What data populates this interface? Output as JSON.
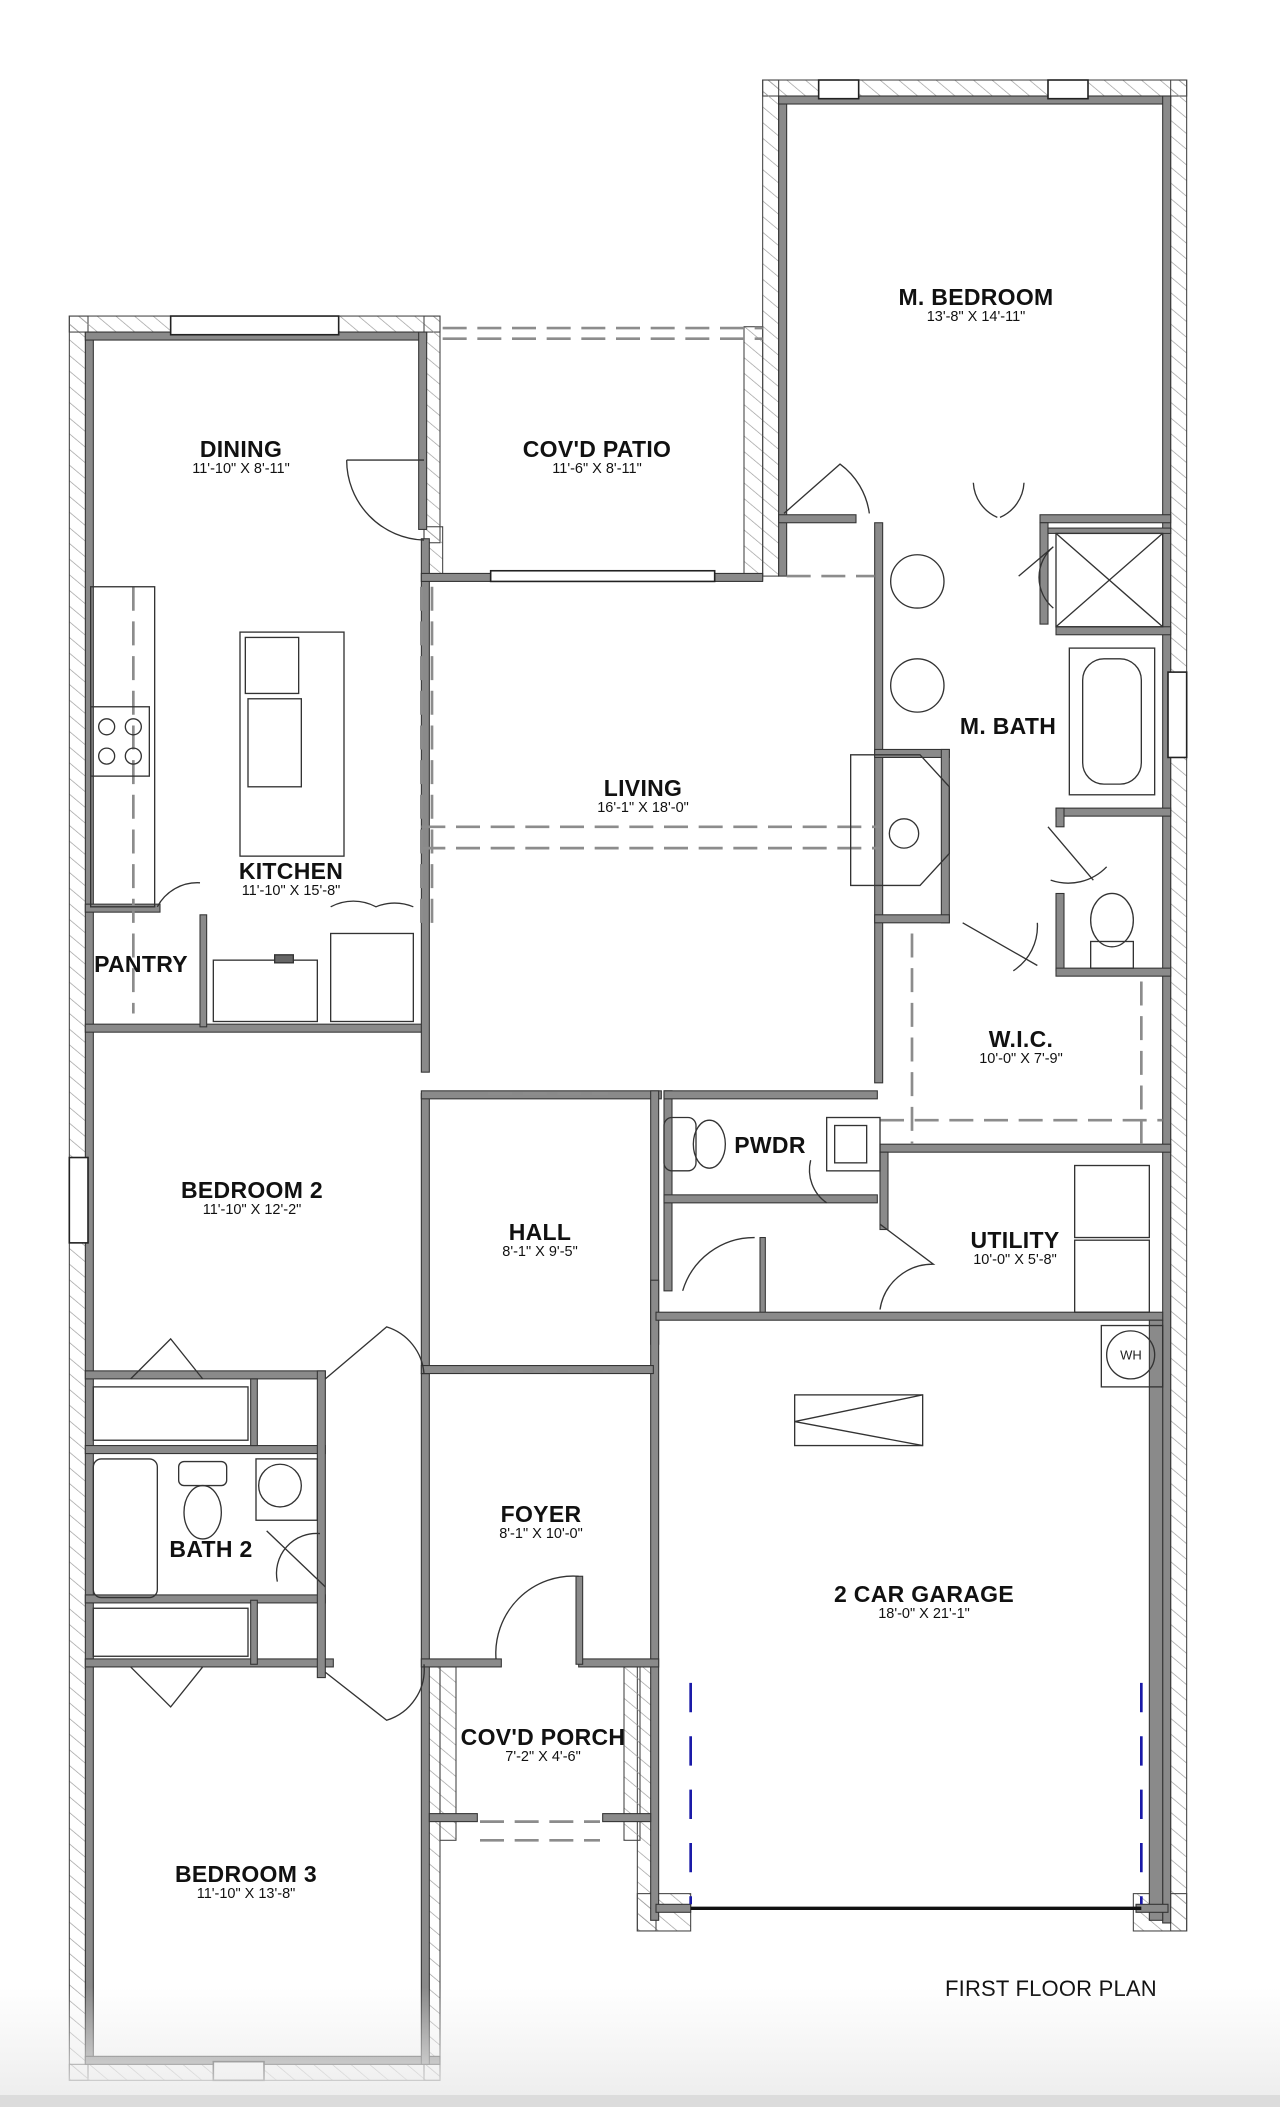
{
  "title": "FIRST FLOOR PLAN",
  "rooms": {
    "master_bedroom": {
      "name": "M. BEDROOM",
      "dim": "13'-8\" X 14'-11\""
    },
    "dining": {
      "name": "DINING",
      "dim": "11'-10\" X 8'-11\""
    },
    "covered_patio": {
      "name": "COV'D PATIO",
      "dim": "11'-6\" X 8'-11\""
    },
    "master_bath": {
      "name": "M. BATH",
      "dim": ""
    },
    "living": {
      "name": "LIVING",
      "dim": "16'-1\" X 18'-0\""
    },
    "kitchen": {
      "name": "KITCHEN",
      "dim": "11'-10\" X 15'-8\""
    },
    "pantry": {
      "name": "PANTRY",
      "dim": ""
    },
    "wic": {
      "name": "W.I.C.",
      "dim": "10'-0\" X 7'-9\""
    },
    "bedroom_2": {
      "name": "BEDROOM 2",
      "dim": "11'-10\" X 12'-2\""
    },
    "powder": {
      "name": "PWDR",
      "dim": ""
    },
    "hall": {
      "name": "HALL",
      "dim": "8'-1\" X 9'-5\""
    },
    "utility": {
      "name": "UTILITY",
      "dim": "10'-0\" X 5'-8\""
    },
    "bath_2": {
      "name": "BATH 2",
      "dim": ""
    },
    "foyer": {
      "name": "FOYER",
      "dim": "8'-1\" X 10'-0\""
    },
    "garage": {
      "name": "2 CAR GARAGE",
      "dim": "18'-0\" X 21'-1\""
    },
    "covered_porch": {
      "name": "COV'D PORCH",
      "dim": "7'-2\" X 4'-6\""
    },
    "bedroom_3": {
      "name": "BEDROOM 3",
      "dim": "11'-10\" X 13'-8\""
    }
  },
  "fixtures": {
    "water_heater": "WH"
  },
  "colors": {
    "wall_fill": "#8a8a8a",
    "wall_line": "#333333",
    "hatch": "#9a9a9a",
    "dashed": "#8c8c8c",
    "garage_door_marks": "#1a1aa8"
  }
}
